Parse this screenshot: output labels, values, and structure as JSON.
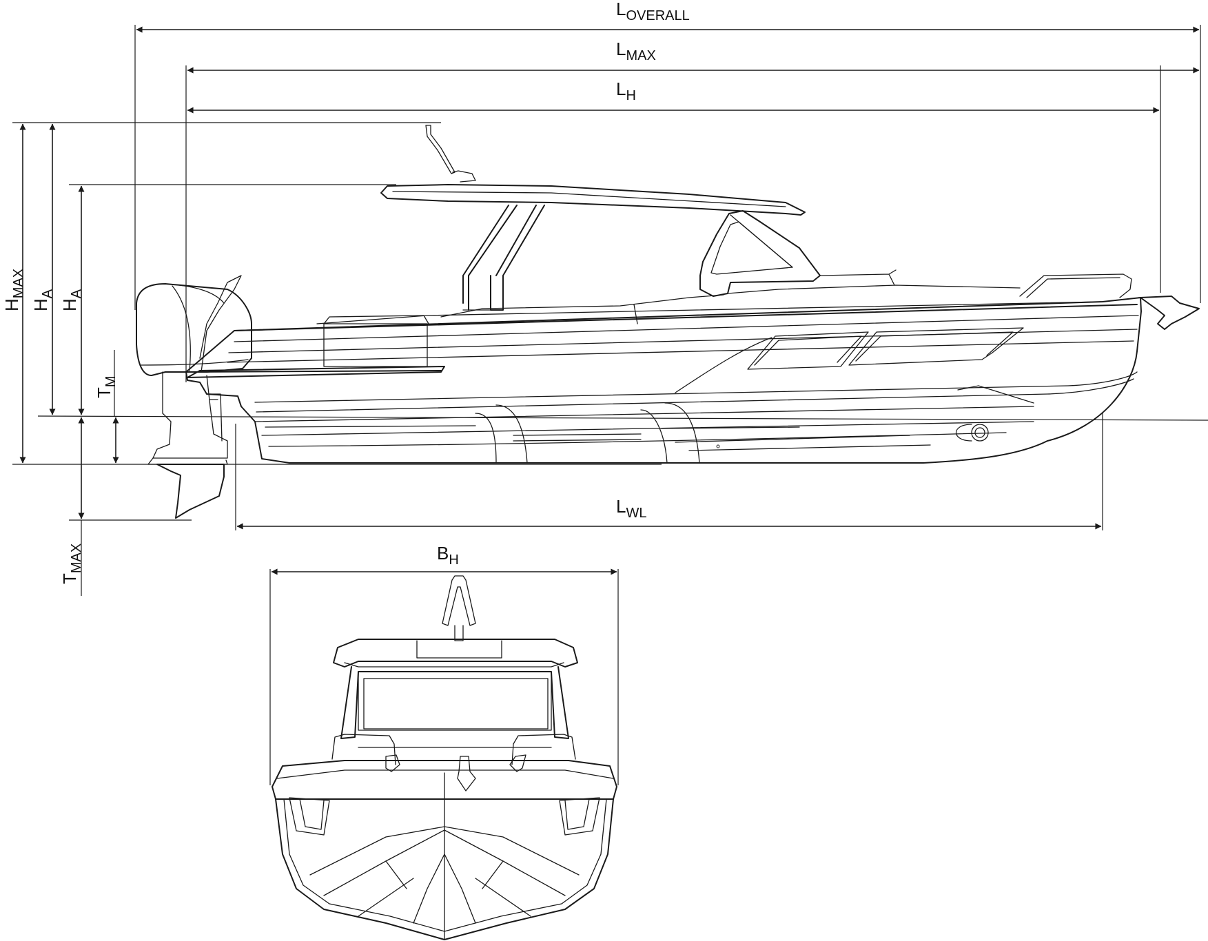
{
  "dimensions": {
    "l_overall": {
      "main": "L",
      "sub": "OVERALL"
    },
    "l_max": {
      "main": "L",
      "sub": "MAX"
    },
    "l_hull": {
      "main": "L",
      "sub": "H"
    },
    "l_waterline": {
      "main": "L",
      "sub": "WL"
    },
    "b_hull": {
      "main": "B",
      "sub": "H"
    },
    "h_max": {
      "main": "H",
      "sub": "MAX"
    },
    "h_a_1": {
      "main": "H",
      "sub": "A"
    },
    "h_a_2": {
      "main": "H",
      "sub": "A"
    },
    "t_m": {
      "main": "T",
      "sub": "M"
    },
    "t_max": {
      "main": "T",
      "sub": "MAX"
    }
  },
  "colors": {
    "line": "#1a1a1a",
    "background": "#ffffff"
  }
}
